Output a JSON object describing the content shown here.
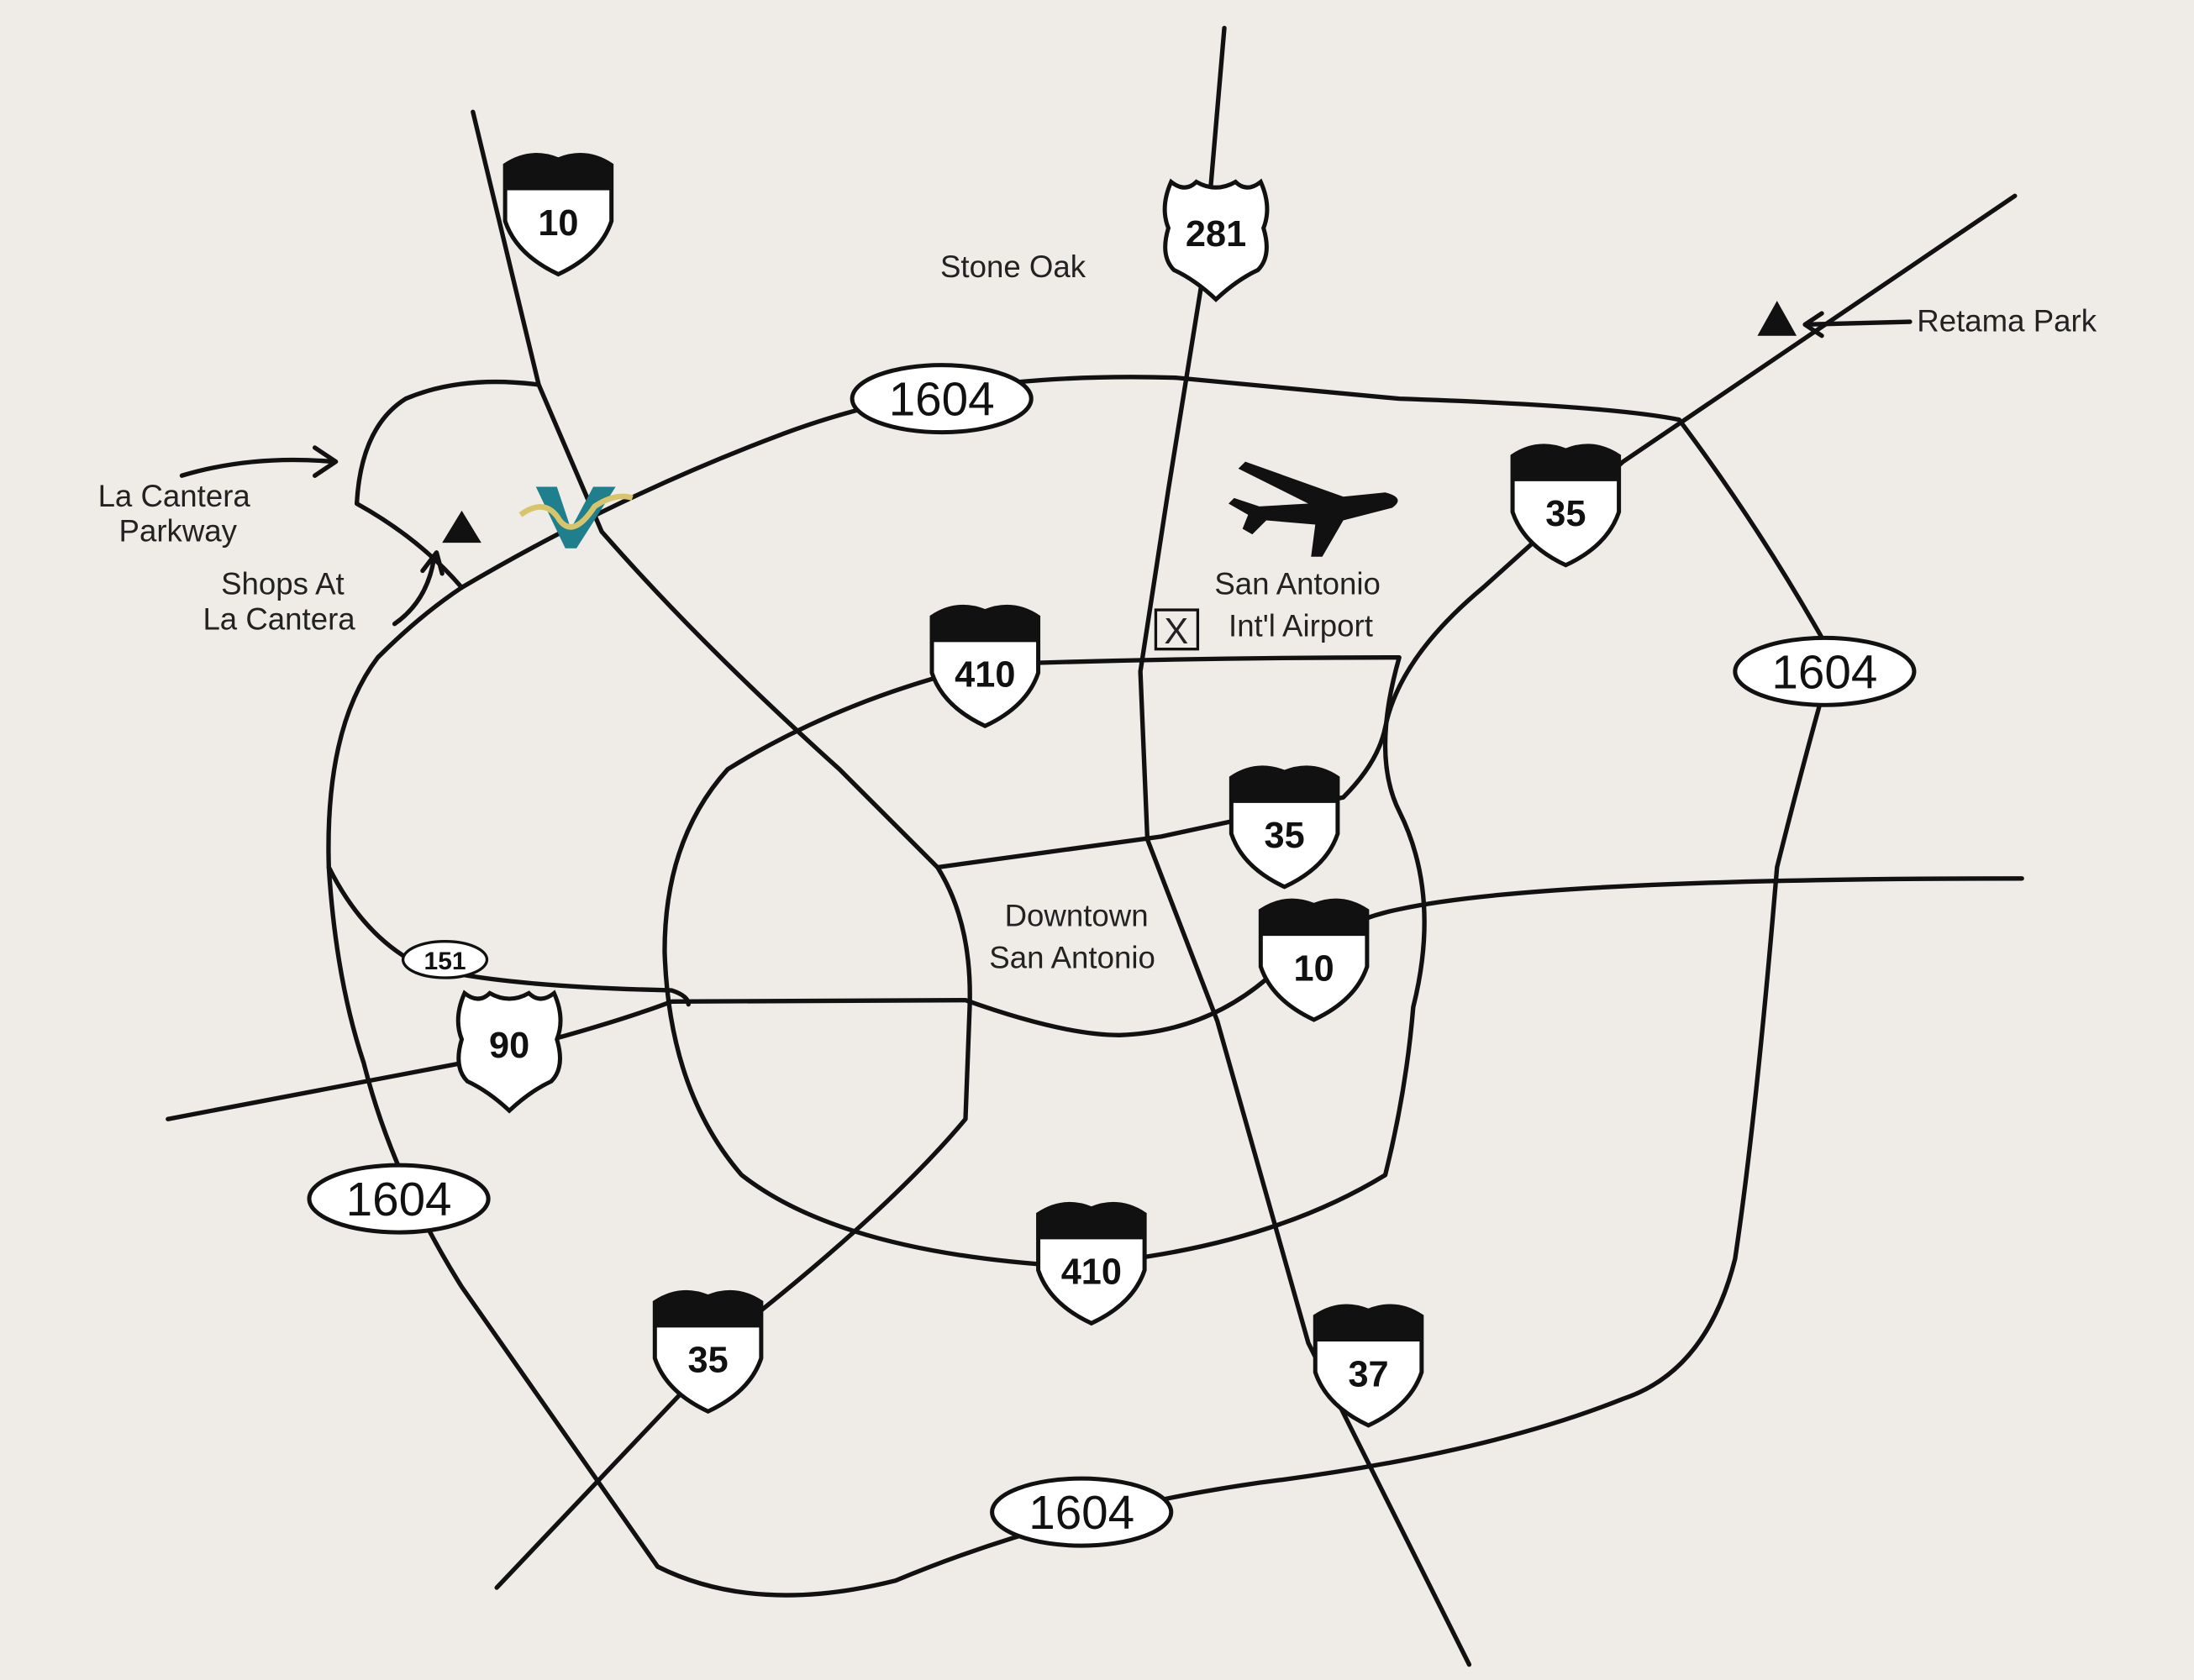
{
  "map": {
    "labels": {
      "stone_oak": "Stone Oak",
      "retama_park": "Retama Park",
      "la_cantera_parkway_1": "La Cantera",
      "la_cantera_parkway_2": "Parkway",
      "shops_1": "Shops At",
      "shops_2": "La Cantera",
      "airport_1": "San Antonio",
      "airport_2": "Int'l Airport",
      "downtown_1": "Downtown",
      "downtown_2": "San Antonio",
      "airport_marker": "X"
    },
    "interstates": {
      "i10_north": "10",
      "i35_ne": "35",
      "i410_north": "410",
      "i35_central": "35",
      "i10_east": "10",
      "i410_south": "410",
      "i35_south": "35",
      "i37": "37"
    },
    "us_highways": {
      "us281": "281",
      "us90": "90"
    },
    "state_loops": {
      "loop1604_north": "1604",
      "loop1604_east": "1604",
      "loop1604_west": "1604",
      "loop1604_south": "1604",
      "sh151": "151"
    },
    "colors": {
      "background": "#efebe6",
      "logo_teal": "#1f7f8c",
      "logo_gold": "#d8c46a"
    }
  }
}
